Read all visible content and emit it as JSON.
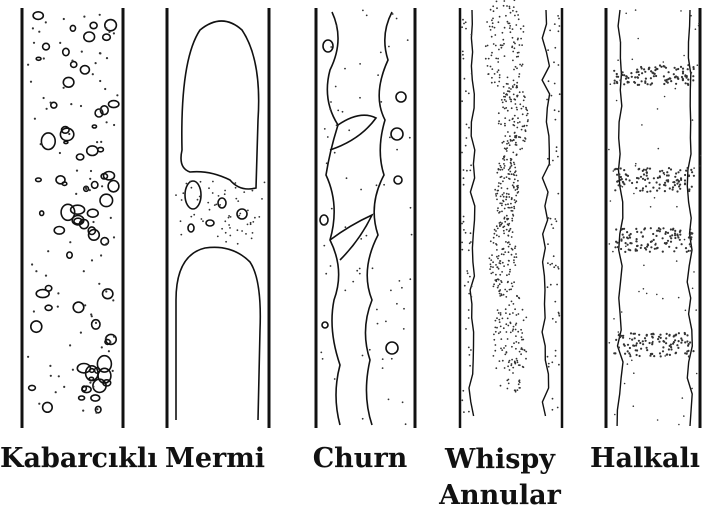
{
  "colors": {
    "ink": "#111111",
    "stipple": "#333333",
    "background": "#ffffff"
  },
  "panels": [
    {
      "id": "bubbly",
      "label": "Kabarcıklı"
    },
    {
      "id": "slug",
      "label": "Mermi"
    },
    {
      "id": "churn",
      "label": "Churn"
    },
    {
      "id": "wispy-annular",
      "label": "Whispy Annular"
    },
    {
      "id": "annular",
      "label": "Halkalı"
    }
  ]
}
